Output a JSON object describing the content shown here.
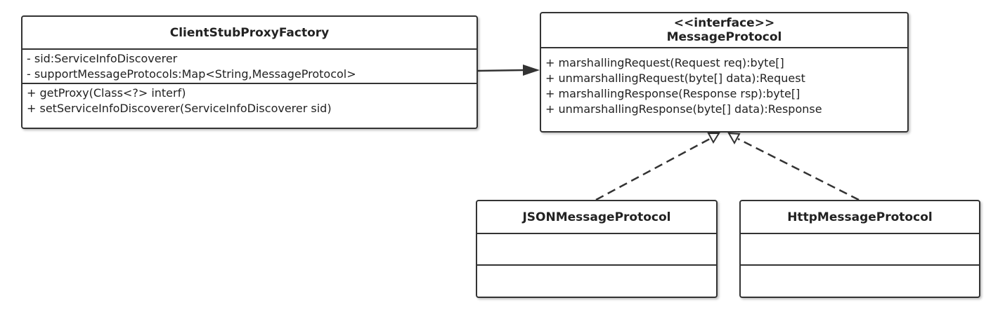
{
  "client_stub_proxy_factory": {
    "name": "ClientStubProxyFactory",
    "attributes": [
      "- sid:ServiceInfoDiscoverer",
      "- supportMessageProtocols:Map<String,MessageProtocol>"
    ],
    "methods": [
      "+ getProxy(Class<?> interf)",
      "+ setServiceInfoDiscoverer(ServiceInfoDiscoverer sid)"
    ]
  },
  "message_protocol": {
    "stereotype": "<<interface>>",
    "name": "MessageProtocol",
    "methods": [
      "+ marshallingRequest(Request req):byte[]",
      "+ unmarshallingRequest(byte[] data):Request",
      "+ marshallingResponse(Response rsp):byte[]",
      "+ unmarshallingResponse(byte[] data):Response"
    ]
  },
  "json_message_protocol": {
    "name": "JSONMessageProtocol"
  },
  "http_message_protocol": {
    "name": "HttpMessageProtocol"
  },
  "colors": {
    "line": "#333333",
    "background": "#ffffff"
  }
}
